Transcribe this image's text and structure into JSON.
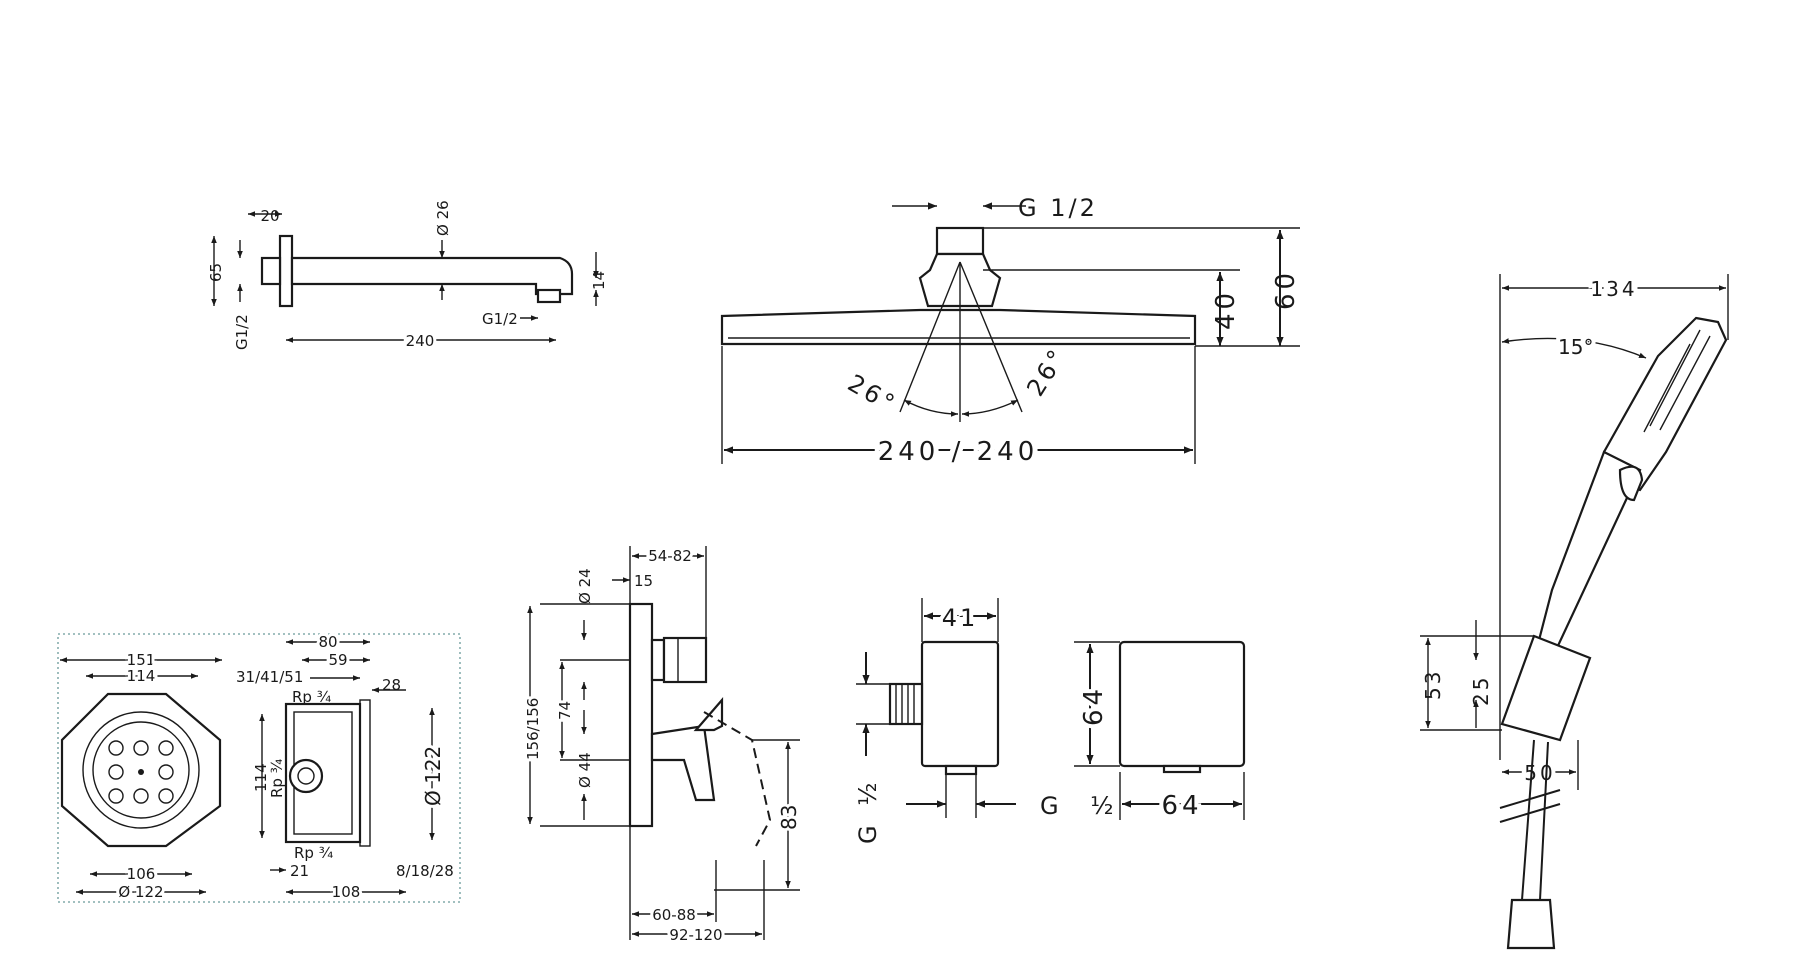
{
  "spout": {
    "dim_20": "20",
    "dim_dia26": "Ø 26",
    "dim_65": "65",
    "dim_g12_left": "G1/2",
    "dim_g12_bottom": "G1/2",
    "dim_14": "14",
    "dim_240": "240"
  },
  "overhead_shower": {
    "thread": "G 1/2",
    "dim_40": "40",
    "dim_60": "60",
    "angle_left": "26°",
    "angle_right": "26°",
    "width": "240 / 240"
  },
  "hand_shower": {
    "dim_134": "134",
    "angle": "15°",
    "dim_53": "53",
    "dim_25": "25",
    "dim_50": "50"
  },
  "ibox": {
    "dim_151": "151",
    "dim_114_top": "114",
    "dim_106": "106",
    "dim_dia122_bottom": "Ø 122",
    "dim_80": "80",
    "dim_59": "59",
    "dim_31_41_51": "31/41/51",
    "dim_28": "28",
    "rp_top": "Rp ¾",
    "rp_mid": "Rp ¾",
    "rp_bottom": "Rp ¾",
    "dim_114_side": "114",
    "dim_dia122_side": "Ø 122",
    "dim_21": "21",
    "dim_108": "108",
    "dim_8_18_28": "8/18/28"
  },
  "mixer": {
    "dim_54_82": "54-82",
    "dim_15": "15",
    "dim_dia24": "Ø 24",
    "dim_156": "156/156",
    "dim_74": "74",
    "dim_dia44": "Ø 44",
    "dim_83": "83",
    "dim_60_88": "60-88",
    "dim_92_120": "92-120"
  },
  "wall_outlet": {
    "dim_41": "41",
    "thread_left": "G ½",
    "thread_bottom": "G ½"
  },
  "outlet_cover": {
    "dim_64_height": "64",
    "dim_64_width": "64"
  }
}
